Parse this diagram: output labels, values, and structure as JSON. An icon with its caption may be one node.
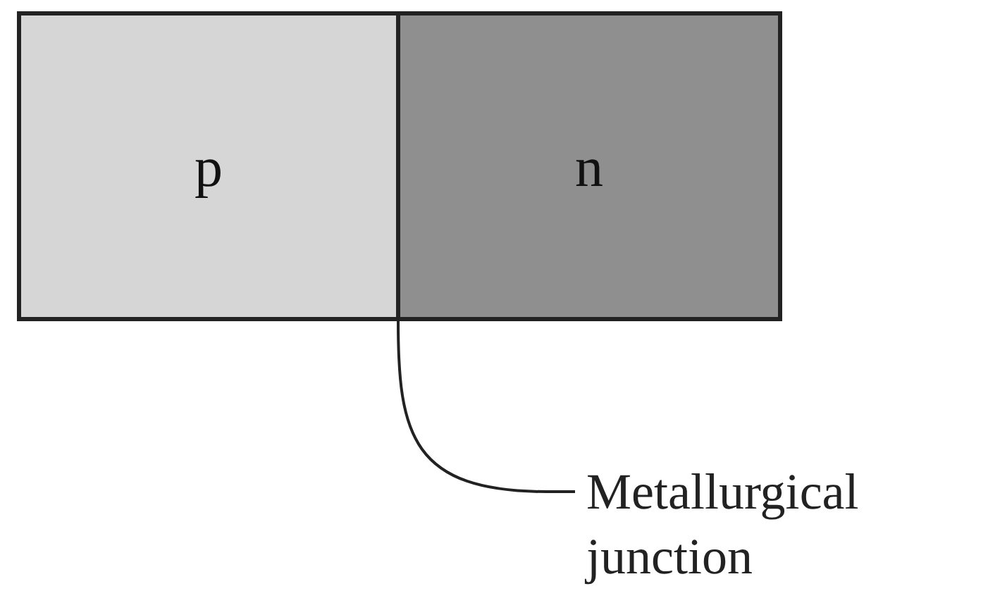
{
  "diagram": {
    "nodes": [
      {
        "text": [
          "p"
        ]
      },
      {
        "text": [
          "n"
        ]
      },
      {
        "text": [
          "Metallurgical junction"
        ]
      },
      {
        "text": [],
        "shape": "bar"
      }
    ],
    "edges": [
      {
        "from": 2,
        "to": 3,
        "arrow": "none"
      }
    ]
  }
}
